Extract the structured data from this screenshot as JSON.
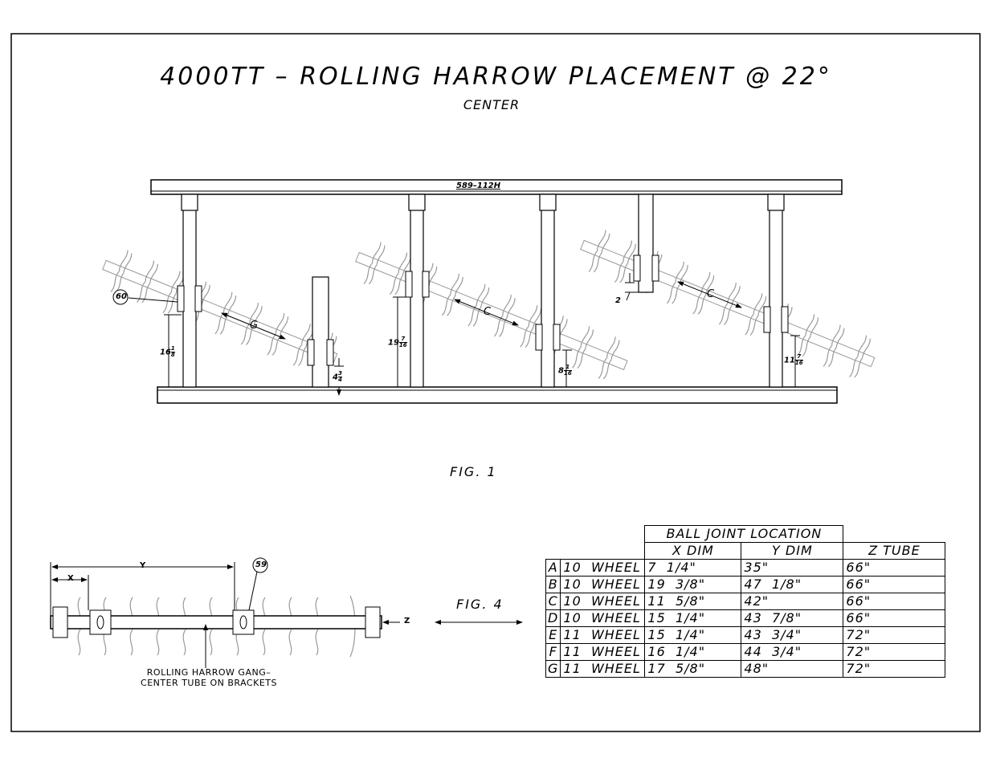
{
  "drawing": {
    "title": "4000TT – ROLLING HARROW PLACEMENT @ 22°",
    "subtitle": "CENTER",
    "fig1_label": "FIG. 1",
    "fig4_label": "FIG. 4",
    "beam_label": "589–112H"
  },
  "fig1": {
    "callout_60": "60",
    "dim_g": "G",
    "dim_c1": "C",
    "dim_c2": "C",
    "d1_whole": "16",
    "d1_num": "1",
    "d1_den": "8",
    "d2_whole": "4",
    "d2_num": "3",
    "d2_den": "4",
    "d3_whole": "19",
    "d3_num": "7",
    "d3_den": "16",
    "d4_whole": "8",
    "d4_num": "1",
    "d4_den": "16",
    "d5_whole": "11",
    "d5_num": "7",
    "d5_den": "16",
    "d6": "2"
  },
  "fig4": {
    "callout_59": "59",
    "dim_x": "X",
    "dim_y": "Y",
    "dim_z": "Z",
    "caption_line1": "ROLLING HARROW GANG–",
    "caption_line2": "CENTER TUBE ON BRACKETS"
  },
  "table": {
    "group_header": "BALL JOINT LOCATION",
    "col_x": "X DIM",
    "col_y": "Y DIM",
    "col_z": "Z TUBE",
    "rows": [
      {
        "id": "A",
        "wheel": "10  WHEEL",
        "x": "7  1/4\"",
        "y": "35\"",
        "z": "66\""
      },
      {
        "id": "B",
        "wheel": "10  WHEEL",
        "x": "19  3/8\"",
        "y": "47  1/8\"",
        "z": "66\""
      },
      {
        "id": "C",
        "wheel": "10  WHEEL",
        "x": "11  5/8\"",
        "y": "42\"",
        "z": "66\""
      },
      {
        "id": "D",
        "wheel": "10  WHEEL",
        "x": "15  1/4\"",
        "y": "43  7/8\"",
        "z": "66\""
      },
      {
        "id": "E",
        "wheel": "11  WHEEL",
        "x": "15  1/4\"",
        "y": "43  3/4\"",
        "z": "72\""
      },
      {
        "id": "F",
        "wheel": "11  WHEEL",
        "x": "16  1/4\"",
        "y": "44  3/4\"",
        "z": "72\""
      },
      {
        "id": "G",
        "wheel": "11  WHEEL",
        "x": "17  5/8\"",
        "y": "48\"",
        "z": "72\""
      }
    ]
  }
}
